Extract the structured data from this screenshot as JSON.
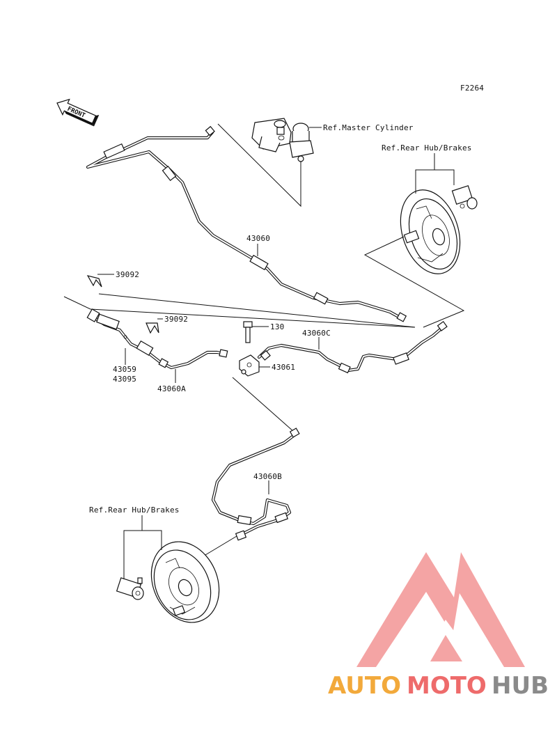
{
  "figure_code": "F2264",
  "front_arrow_text": "FRONT",
  "labels": {
    "ref_master_cylinder": "Ref.Master Cylinder",
    "ref_rear_hub_brakes_right": "Ref.Rear Hub/Brakes",
    "ref_rear_hub_brakes_left": "Ref.Rear Hub/Brakes",
    "p43060": "43060",
    "p39092_a": "39092",
    "p39092_b": "39092",
    "p130": "130",
    "p43060C": "43060C",
    "p43061": "43061",
    "p43059": "43059",
    "p43095": "43095",
    "p43060A": "43060A",
    "p43060B": "43060B"
  },
  "watermark": {
    "part1": "AUTO",
    "part2": "MOTO",
    "part3": "HUB",
    "color_orange": "#f2a93b",
    "color_red": "#ee6b6b",
    "color_gray": "#8a8a8a",
    "logo_color": "#f4a0a0"
  }
}
